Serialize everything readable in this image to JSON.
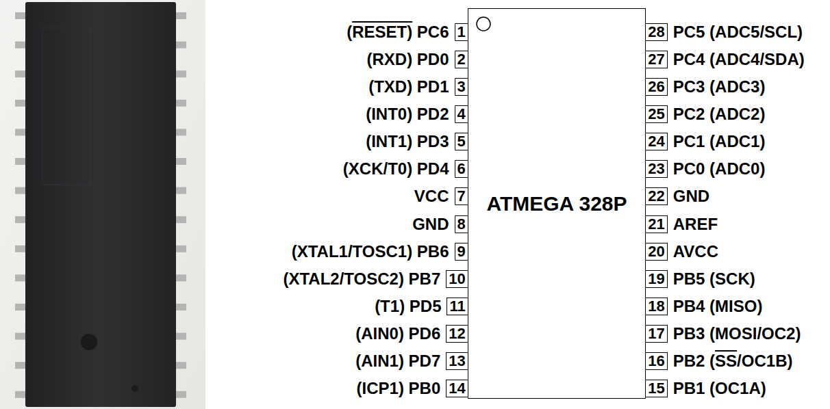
{
  "diagram": {
    "nodes": [
      {
        "text": [
          "ATMEGA 328P"
        ]
      },
      {
        "text": [
          "1"
        ]
      },
      {
        "text": [
          "2"
        ]
      },
      {
        "text": [
          "3"
        ]
      },
      {
        "text": [
          "4"
        ]
      },
      {
        "text": [
          "5"
        ]
      },
      {
        "text": [
          "6"
        ]
      },
      {
        "text": [
          "7"
        ]
      },
      {
        "text": [
          "8"
        ]
      },
      {
        "text": [
          "9"
        ]
      },
      {
        "text": [
          "10"
        ]
      },
      {
        "text": [
          "11"
        ]
      },
      {
        "text": [
          "12"
        ]
      },
      {
        "text": [
          "13"
        ]
      },
      {
        "text": [
          "14"
        ]
      },
      {
        "text": [
          "15"
        ]
      },
      {
        "text": [
          "16"
        ]
      },
      {
        "text": [
          "17"
        ]
      },
      {
        "text": [
          "18"
        ]
      },
      {
        "text": [
          "19"
        ]
      },
      {
        "text": [
          "20"
        ]
      },
      {
        "text": [
          "21"
        ]
      },
      {
        "text": [
          "22"
        ]
      },
      {
        "text": [
          "23"
        ]
      },
      {
        "text": [
          "24"
        ]
      },
      {
        "text": [
          "25"
        ]
      },
      {
        "text": [
          "26"
        ]
      },
      {
        "text": [
          "27"
        ]
      },
      {
        "text": [
          "28"
        ]
      }
    ],
    "labels": [
      "(RESET) PC6",
      "(RXD) PD0",
      "(TXD) PD1",
      "(INT0) PD2",
      "(INT1) PD3",
      "(XCK/T0) PD4",
      "VCC",
      "GND",
      "(XTAL1/TOSC1) PB6",
      "(XTAL2/TOSC2) PB7",
      "(T1) PD5",
      "(AIN0) PD6",
      "(AIN1) PD7",
      "(ICP1) PB0",
      "PB1 (OC1A)",
      "PB2 (SS/OC1B)",
      "PB3 (MOSI/OC2)",
      "PB4 (MISO)",
      "PB5 (SCK)",
      "AVCC",
      "AREF",
      "GND",
      "PC0 (ADC0)",
      "PC1 (ADC1)",
      "PC2 (ADC2)",
      "PC3 (ADC3)",
      "PC4 (ADC4/SDA)",
      "PC5 (ADC5/SCL)"
    ]
  }
}
